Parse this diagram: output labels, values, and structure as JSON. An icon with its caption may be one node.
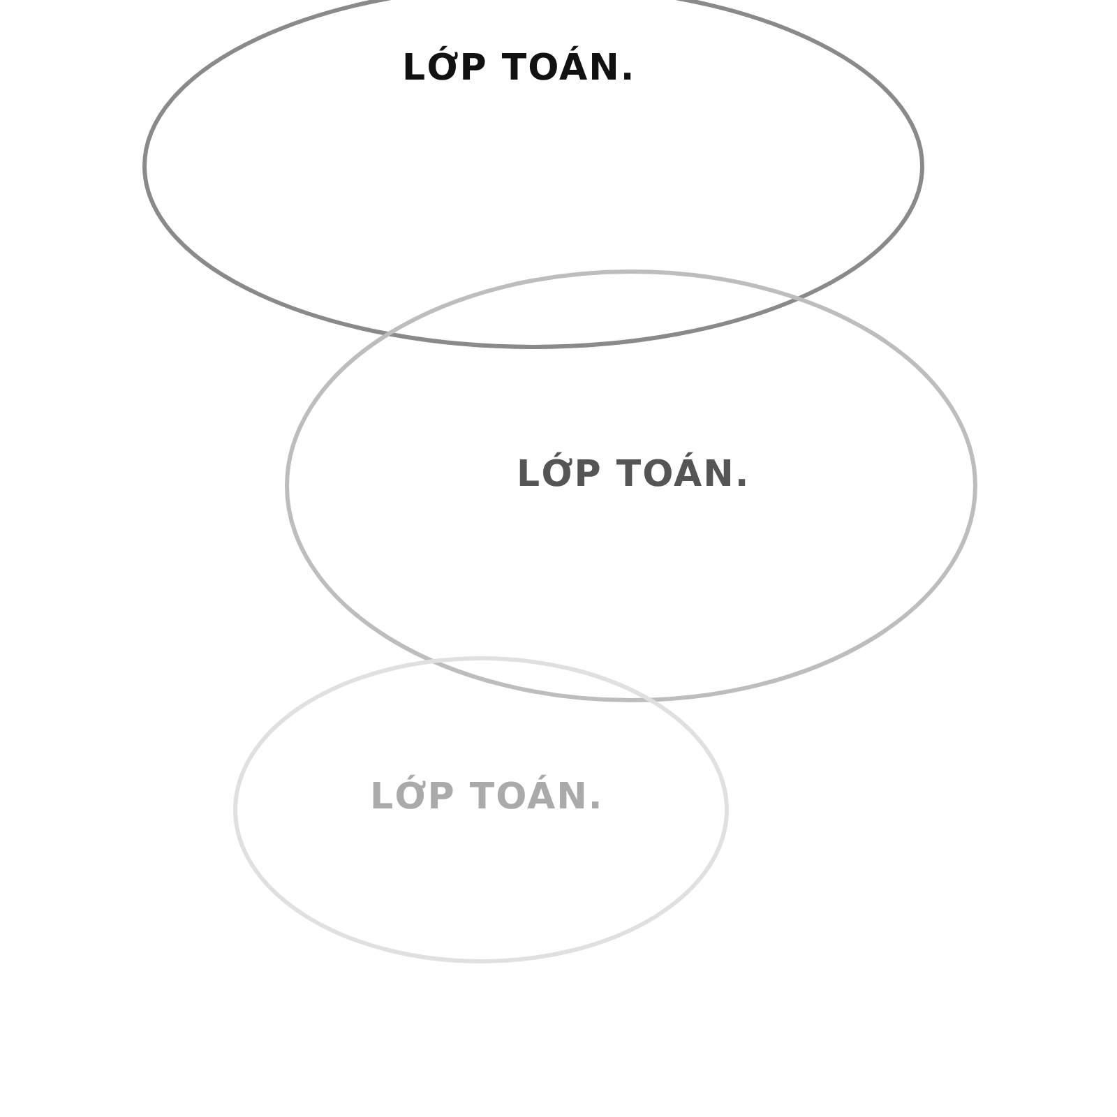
{
  "diagram": {
    "nodes": [
      {
        "text": [
          "LỚP TOÁN."
        ]
      },
      {
        "text": [
          "LỚP TOÁN."
        ]
      },
      {
        "text": [
          "LỚP TOÁN."
        ]
      }
    ]
  }
}
